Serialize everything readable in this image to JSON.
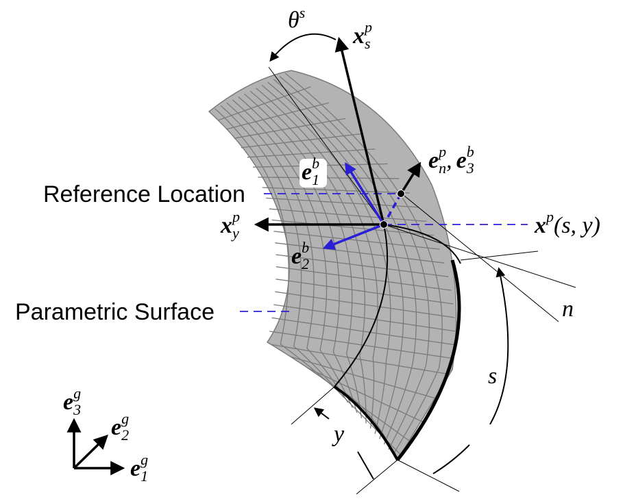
{
  "labels": {
    "reference_location": "Reference Location",
    "parametric_surface": "Parametric Surface"
  },
  "symbols": {
    "theta_base": "θ",
    "theta_sup": "s",
    "xs_base": "x",
    "xs_sup": "p",
    "xs_sub": "s",
    "xy_base": "x",
    "xy_sup": "p",
    "xy_sub": "y",
    "xp_base": "x",
    "xp_sup": "p",
    "xp_args": "(s, y)",
    "en_base": "e",
    "en_sup": "p",
    "en_sub": "n",
    "e3b_sep": ",",
    "e3b_base": "e",
    "e3b_sup": "b",
    "e3b_sub": "3",
    "e1b_base": "e",
    "e1b_sup": "b",
    "e1b_sub": "1",
    "e2b_base": "e",
    "e2b_sup": "b",
    "e2b_sub": "2",
    "n": "n",
    "s": "s",
    "y": "y",
    "g1_base": "e",
    "g1_sup": "g",
    "g1_sub": "1",
    "g2_base": "e",
    "g2_sup": "g",
    "g2_sub": "2",
    "g3_base": "e",
    "g3_sup": "g",
    "g3_sub": "3"
  },
  "colors": {
    "surface_fill": "#b3b3b3",
    "surface_grid": "#7a7a7a",
    "body_vectors": "#2b1fd6",
    "dashed_leader": "#2b1fd6",
    "axes": "#000000"
  }
}
